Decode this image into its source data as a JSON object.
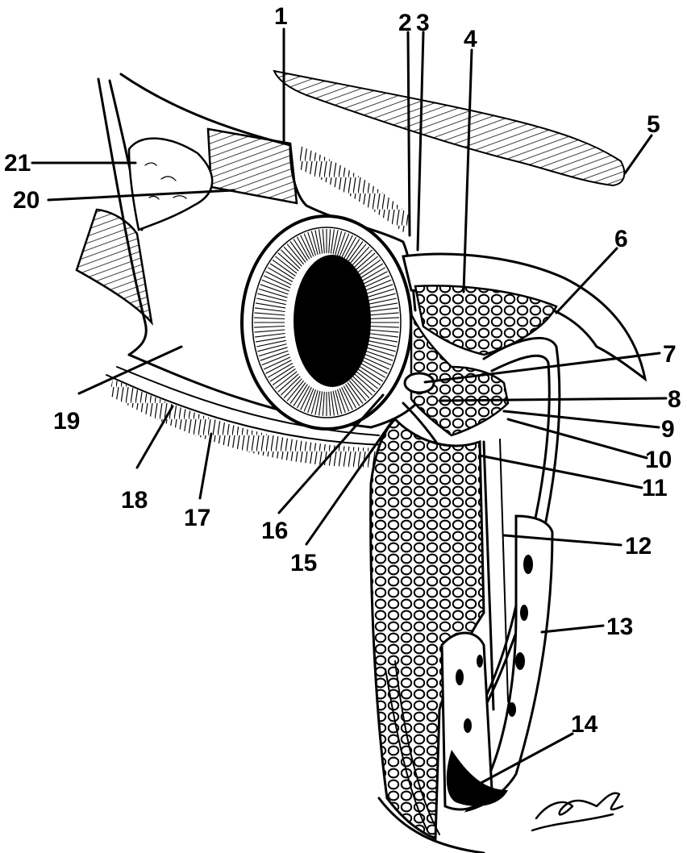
{
  "diagram": {
    "labels": [
      {
        "id": "1",
        "text": "1"
      },
      {
        "id": "2",
        "text": "2"
      },
      {
        "id": "3",
        "text": "3"
      },
      {
        "id": "4",
        "text": "4"
      },
      {
        "id": "5",
        "text": "5"
      },
      {
        "id": "6",
        "text": "6"
      },
      {
        "id": "7",
        "text": "7"
      },
      {
        "id": "8",
        "text": "8"
      },
      {
        "id": "9",
        "text": "9"
      },
      {
        "id": "10",
        "text": "10"
      },
      {
        "id": "11",
        "text": "11"
      },
      {
        "id": "12",
        "text": "12"
      },
      {
        "id": "13",
        "text": "13"
      },
      {
        "id": "14",
        "text": "14"
      },
      {
        "id": "15",
        "text": "15"
      },
      {
        "id": "16",
        "text": "16"
      },
      {
        "id": "17",
        "text": "17"
      },
      {
        "id": "18",
        "text": "18"
      },
      {
        "id": "19",
        "text": "19"
      },
      {
        "id": "20",
        "text": "20"
      },
      {
        "id": "21",
        "text": "21"
      }
    ]
  },
  "colors": {
    "ink": "#000000",
    "paper": "#ffffff"
  }
}
